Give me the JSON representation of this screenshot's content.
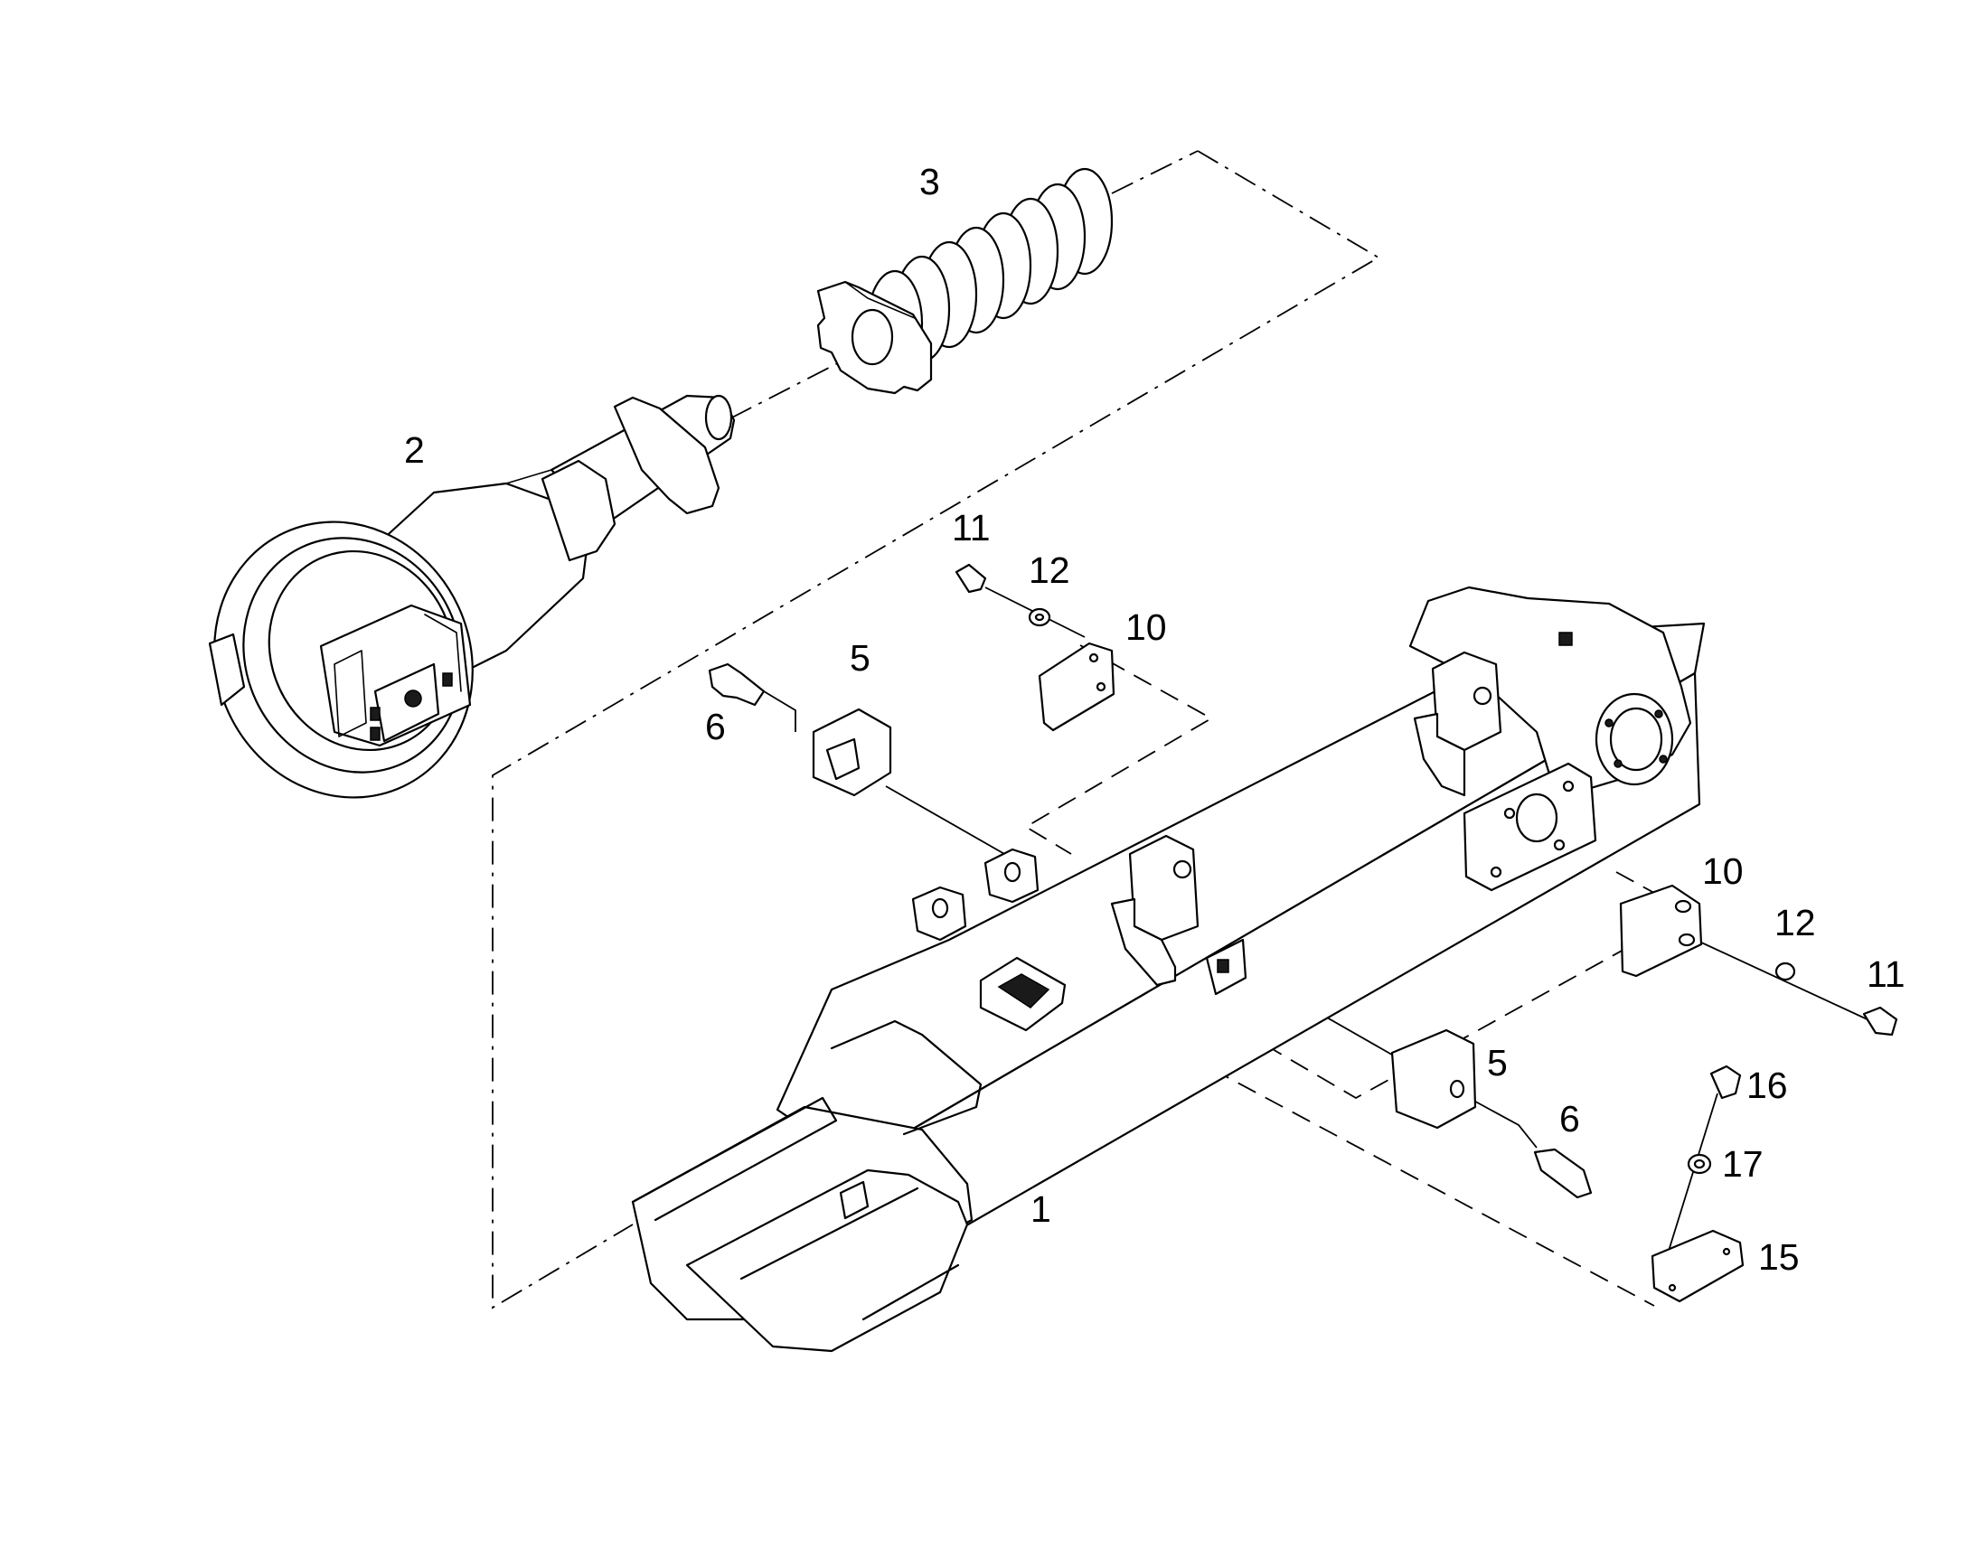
{
  "diagram": {
    "background": "#ffffff",
    "line_color": "#000000",
    "callouts": [
      {
        "id": "1",
        "label": "1"
      },
      {
        "id": "2",
        "label": "2"
      },
      {
        "id": "3",
        "label": "3"
      },
      {
        "id": "5a",
        "label": "5"
      },
      {
        "id": "5b",
        "label": "5"
      },
      {
        "id": "6a",
        "label": "6"
      },
      {
        "id": "6b",
        "label": "6"
      },
      {
        "id": "10a",
        "label": "10"
      },
      {
        "id": "10b",
        "label": "10"
      },
      {
        "id": "11a",
        "label": "11"
      },
      {
        "id": "11b",
        "label": "11"
      },
      {
        "id": "12a",
        "label": "12"
      },
      {
        "id": "12b",
        "label": "12"
      },
      {
        "id": "15",
        "label": "15"
      },
      {
        "id": "16",
        "label": "16"
      },
      {
        "id": "17",
        "label": "17"
      }
    ]
  }
}
